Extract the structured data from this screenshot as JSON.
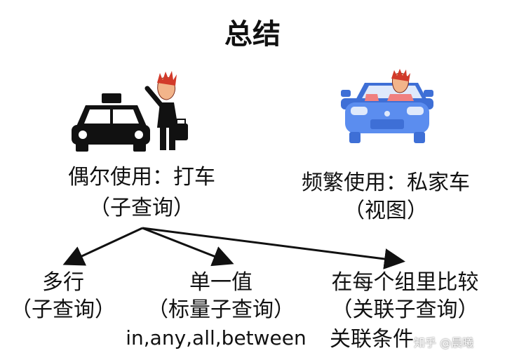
{
  "title": "总结",
  "left": {
    "line1": "偶尔使用：打车",
    "line2": "（子查询）"
  },
  "right": {
    "line1": "频繁使用：私家车",
    "line2": "（视图）"
  },
  "branches": [
    {
      "line1": "多行",
      "line2": "（子查询）",
      "line3": ""
    },
    {
      "line1": "单一值",
      "line2": "（标量子查询）",
      "line3": "in,any,all,between"
    },
    {
      "line1": "在每个组里比较",
      "line2": "（关联子查询）",
      "line3": "关联条件"
    }
  ],
  "watermark": "知乎 @晨曦",
  "colors": {
    "car": "#5b8def",
    "carDark": "#3e6fd6",
    "skin": "#f2b48a",
    "hair": "#d23a2a"
  },
  "icons": [
    "taxi-icon",
    "hailing-person-icon",
    "car-icon",
    "driver-icon"
  ]
}
